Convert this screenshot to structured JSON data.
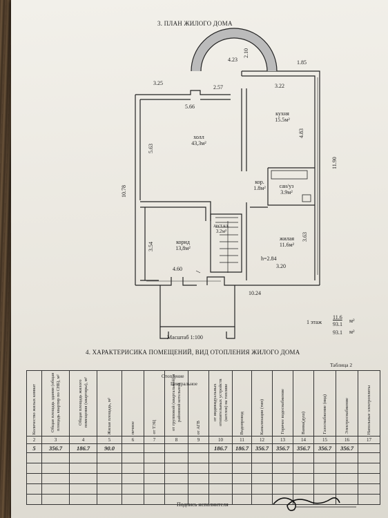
{
  "plan": {
    "title": "3. ПЛАН ЖИЛОГО ДОМА",
    "rooms": [
      {
        "name": "холл",
        "area": "43,3м²"
      },
      {
        "name": "кухня",
        "area": "15.5м²"
      },
      {
        "name": "кор.",
        "area": "1.8м²"
      },
      {
        "name": "сан/уз",
        "area": "3.9м²"
      },
      {
        "name": "корид",
        "area": "13,8м²"
      },
      {
        "name": "лест.кл.",
        "area": "3.2м²"
      },
      {
        "name": "жилая",
        "area": "11.6м²"
      }
    ],
    "dimensions": [
      "3.25",
      "2.57",
      "5.66",
      "4.23",
      "2.10",
      "1.85",
      "3.22",
      "4.83",
      "11.90",
      "5.63",
      "10.78",
      "3.54",
      "4.60",
      "3.20",
      "3.63",
      "10.24"
    ],
    "height": "h=2.84",
    "scale": "Масштаб 1:100",
    "floor_label": "1 этаж",
    "floor_values": [
      "11.6",
      "93.1",
      "93.1"
    ],
    "unit": "м²"
  },
  "table": {
    "title": "4. ХАРАКТЕРИСИКА ПОМЕЩЕНИЙ, ВИД ОТОПЛЕНИЯ ЖИЛОГО ДОМА",
    "note": "Таблица 2",
    "group_heating": "Отопление",
    "group_central": "Центральное",
    "headers": [
      "Количество жилых комнат",
      "Общая площадь здания (общая площадь квартир по СНБ), м²",
      "Общая площадь жилого помещения (квартиры), м²",
      "Жилая площадь, м²",
      "печное",
      "от ТЭЦ",
      "от групповой (квартальной) и районной котельной",
      "от АГВ",
      "от индивидуальных отопительных устройств (котлов) на топливе",
      "Водопровод",
      "Канализация (тип)",
      "Горячее водоснабжение",
      "Ванна(душ)",
      "Газоснабжение (вид)",
      "Электроснабжение",
      "Напольные электроплиты"
    ],
    "numbers": [
      "2",
      "3",
      "4",
      "5",
      "6",
      "7",
      "8",
      "9",
      "10",
      "11",
      "12",
      "13",
      "14",
      "15",
      "16",
      "17"
    ],
    "values": [
      "5",
      "356.7",
      "186.7",
      "90.0",
      "",
      "",
      "",
      "",
      "186.7",
      "186.7",
      "356.7",
      "356.7",
      "356.7",
      "356.7",
      "356.7",
      ""
    ]
  },
  "signature_label": "Подпись исполнителя"
}
